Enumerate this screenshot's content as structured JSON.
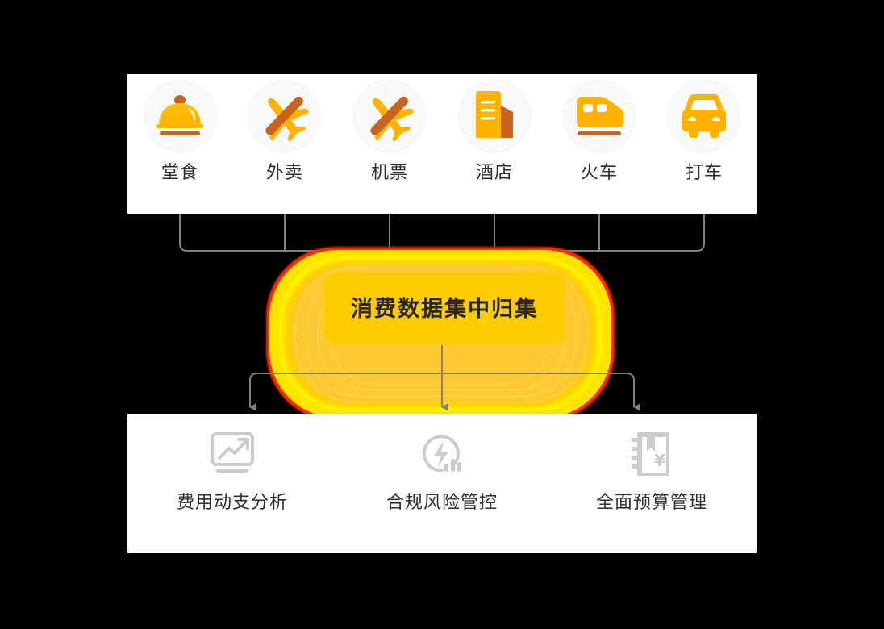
{
  "diagram": {
    "title": "消费数据集中归集",
    "hub": {
      "label": "消费数据集中归集",
      "box_color": "#ffcc00",
      "glow_color": "#fff200",
      "glow_rim_color": "#ff2a00"
    },
    "channels": [
      {
        "label": "堂食",
        "icon": "food-cloche-icon"
      },
      {
        "label": "外卖",
        "icon": "takeout-airplane-icon"
      },
      {
        "label": "机票",
        "icon": "flight-airplane-icon"
      },
      {
        "label": "酒店",
        "icon": "hotel-building-icon"
      },
      {
        "label": "火车",
        "icon": "train-icon"
      },
      {
        "label": "打车",
        "icon": "taxi-car-icon"
      }
    ],
    "features": [
      {
        "label": "费用动支分析",
        "icon": "chart-trend-icon"
      },
      {
        "label": "合规风险管控",
        "icon": "risk-lightning-icon"
      },
      {
        "label": "全面预算管理",
        "icon": "budget-ledger-icon"
      }
    ],
    "colors": {
      "panel_background": "#ffffff",
      "page_background": "#000000",
      "label_text": "#2e2e2e",
      "connector_line": "#808080",
      "icon_primary": "#ffb300",
      "icon_secondary": "#c8641e",
      "feature_icon": "#cccccc"
    }
  }
}
